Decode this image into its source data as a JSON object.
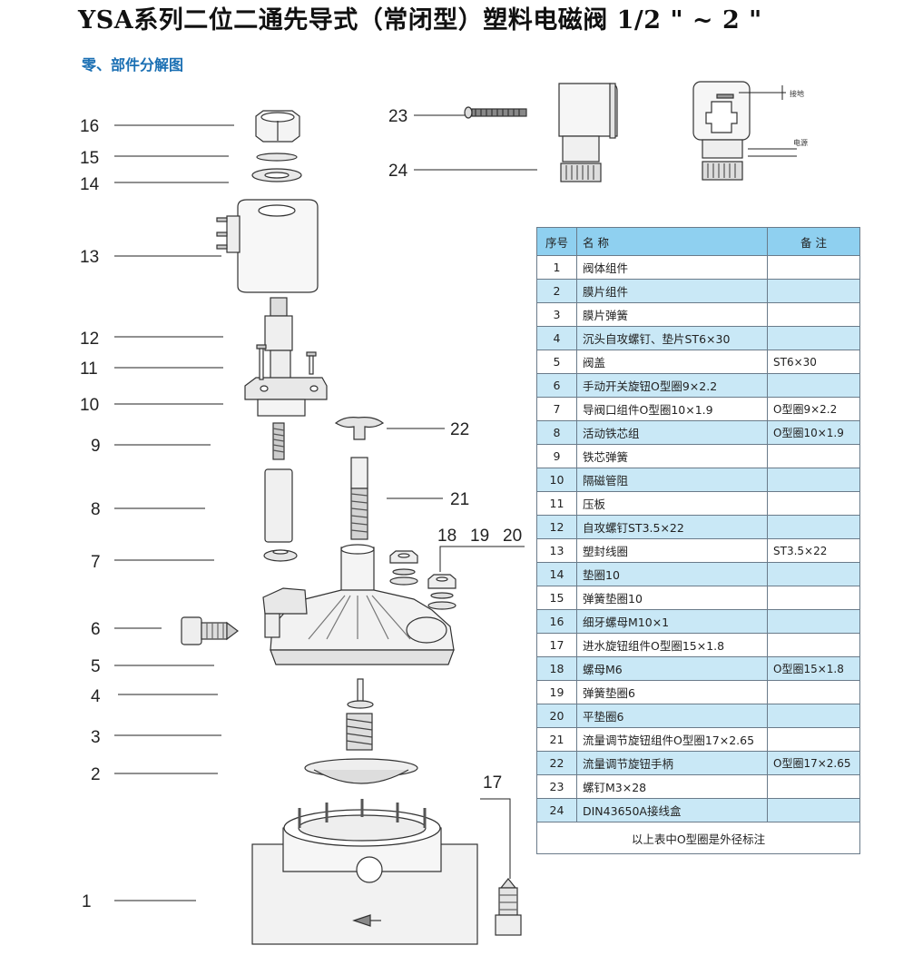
{
  "title": "YSA系列二位二通先导式（常闭型）塑料电磁阀 1/2 \" ~ 2 \"",
  "subtitle": "零、部件分解图",
  "callouts": [
    "1",
    "2",
    "3",
    "4",
    "5",
    "6",
    "7",
    "8",
    "9",
    "10",
    "11",
    "12",
    "13",
    "14",
    "15",
    "16",
    "17",
    "18",
    "19",
    "20",
    "21",
    "22",
    "23",
    "24"
  ],
  "connector_labels": {
    "ground": "接地",
    "power": "电源"
  },
  "table": {
    "headers": {
      "index": "序号",
      "name": "名 称",
      "note": "备 注"
    },
    "rows": [
      {
        "index": "1",
        "name": "阀体组件",
        "note": ""
      },
      {
        "index": "2",
        "name": "膜片组件",
        "note": ""
      },
      {
        "index": "3",
        "name": "膜片弹簧",
        "note": ""
      },
      {
        "index": "4",
        "name": "沉头自攻螺钉、垫片ST6×30",
        "note": ""
      },
      {
        "index": "5",
        "name": "阀盖",
        "note": "ST6×30"
      },
      {
        "index": "6",
        "name": "手动开关旋钮O型圈9×2.2",
        "note": ""
      },
      {
        "index": "7",
        "name": "导阀口组件O型圈10×1.9",
        "note": "O型圈9×2.2"
      },
      {
        "index": "8",
        "name": "活动铁芯组",
        "note": "O型圈10×1.9"
      },
      {
        "index": "9",
        "name": "铁芯弹簧",
        "note": ""
      },
      {
        "index": "10",
        "name": "隔磁管阻",
        "note": ""
      },
      {
        "index": "11",
        "name": "压板",
        "note": ""
      },
      {
        "index": "12",
        "name": "自攻螺钉ST3.5×22",
        "note": ""
      },
      {
        "index": "13",
        "name": "塑封线圈",
        "note": "ST3.5×22"
      },
      {
        "index": "14",
        "name": "垫圈10",
        "note": ""
      },
      {
        "index": "15",
        "name": "弹簧垫圈10",
        "note": ""
      },
      {
        "index": "16",
        "name": "细牙螺母M10×1",
        "note": ""
      },
      {
        "index": "17",
        "name": "进水旋钮组件O型圈15×1.8",
        "note": ""
      },
      {
        "index": "18",
        "name": "螺母M6",
        "note": "O型圈15×1.8"
      },
      {
        "index": "19",
        "name": "弹簧垫圈6",
        "note": ""
      },
      {
        "index": "20",
        "name": "平垫圈6",
        "note": ""
      },
      {
        "index": "21",
        "name": "流量调节旋钮组件O型圈17×2.65",
        "note": ""
      },
      {
        "index": "22",
        "name": "流量调节旋钮手柄",
        "note": "O型圈17×2.65"
      },
      {
        "index": "23",
        "name": "螺钉M3×28",
        "note": ""
      },
      {
        "index": "24",
        "name": "DIN43650A接线盒",
        "note": ""
      }
    ],
    "footer": "以上表中O型圈是外径标注"
  },
  "colors": {
    "title": "#111111",
    "subtitle": "#1a6fb3",
    "header_bg": "#8fd0f0",
    "alt_row_bg": "#c9e8f6",
    "line": "#222222"
  }
}
